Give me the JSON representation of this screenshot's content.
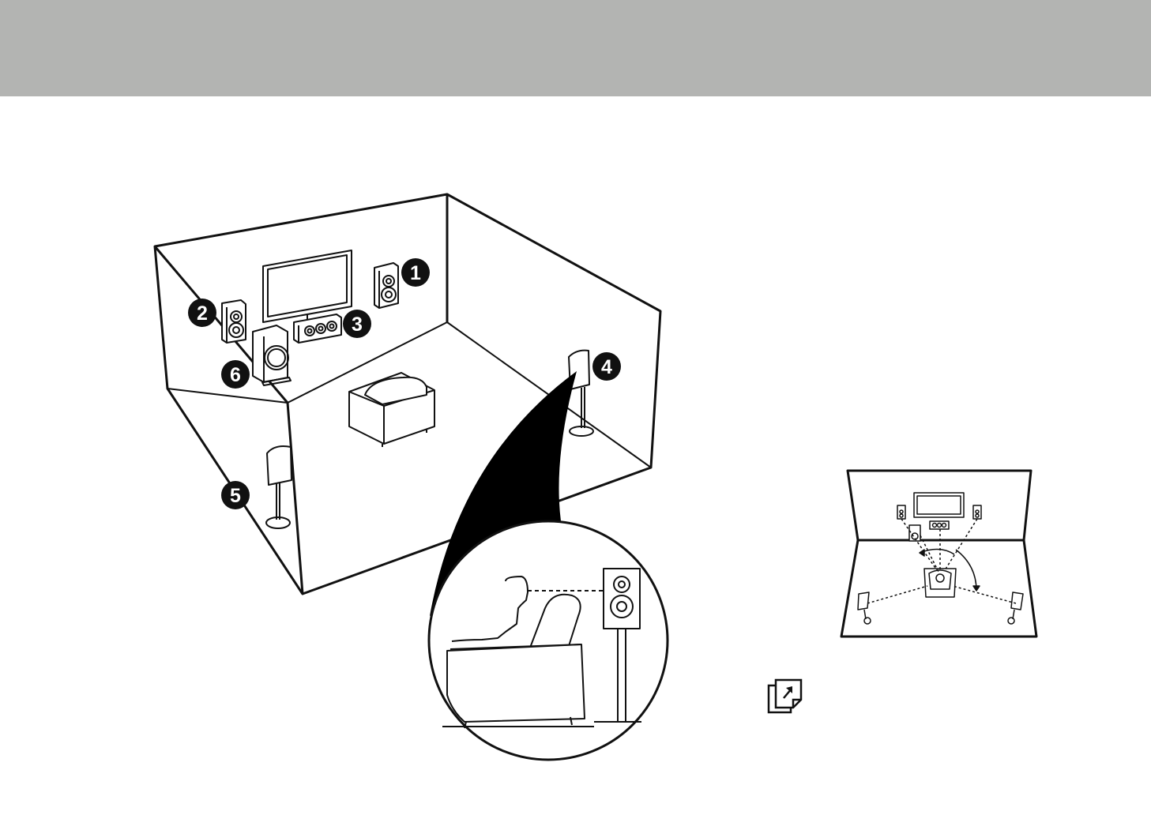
{
  "colors": {
    "header_bg": "#b3b4b2",
    "icon_white": "#ffffff",
    "line": "#111111"
  },
  "header": {
    "back_icon": "back-arrow-icon"
  },
  "diagram": {
    "callouts": [
      "1",
      "2",
      "3",
      "4",
      "5",
      "6"
    ]
  },
  "reference_icon": "page-reference-icon"
}
